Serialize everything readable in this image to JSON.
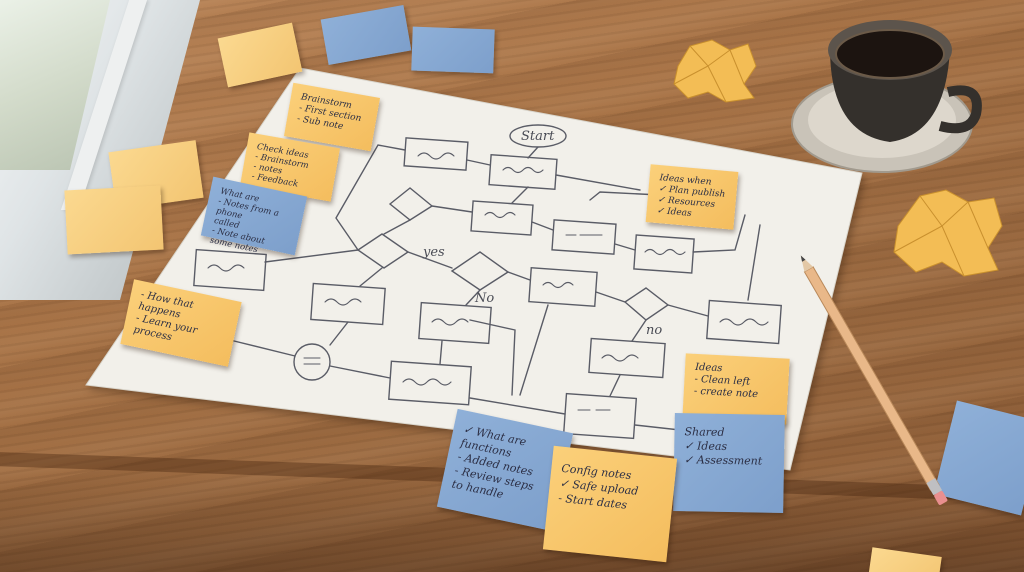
{
  "scene": {
    "description_colors": {
      "table": "#a87346",
      "paper": "#f2f0ea",
      "note_yellow": "#f4bd5e",
      "note_blue": "#8fb0d8",
      "ink": "#4a4c55"
    }
  },
  "flowchart": {
    "start_label": "Start",
    "yes_label": "yes",
    "no_label": "No",
    "no_label_2": "no"
  },
  "notes": {
    "left_top": "Brainstorm\n- First section\n- Sub note",
    "left_mid": "Check ideas\n- Brainstorm\n- notes\n- Feedback",
    "left_blue": "What are\n- Notes from a phone\n  called\n- Note about\n  some notes",
    "left_low": "- How that\n  happens\n- Learn your\n  process",
    "right_top": "Ideas when\n✓ Plan publish\n✓ Resources\n✓ Ideas",
    "right_ideas": "Ideas\n- Clean left\n- create note",
    "right_blue": "Shared\n✓ Ideas\n✓ Assessment",
    "bottom_blue": "✓ What are\n  functions\n- Added notes\n- Review steps\n  to handle",
    "bottom_yellow": "Config notes\n✓ Safe upload\n- Start dates"
  }
}
